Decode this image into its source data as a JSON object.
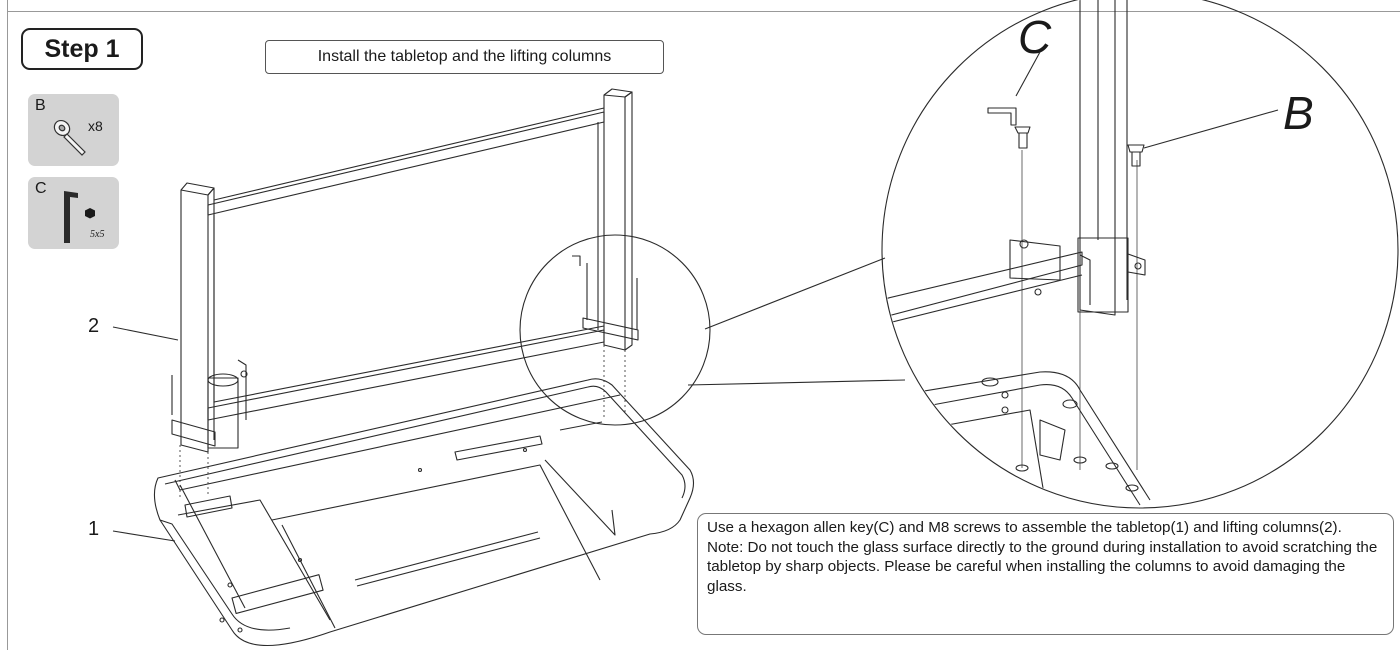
{
  "step": {
    "label": "Step 1"
  },
  "title": "Install the tabletop and the lifting columns",
  "parts": [
    {
      "letter": "B",
      "quantity": "x8",
      "icon": "screw-icon"
    },
    {
      "letter": "C",
      "size": "5x5",
      "icon": "hex-key-icon"
    }
  ],
  "callouts": {
    "columns": "2",
    "tabletop": "1"
  },
  "detail_labels": {
    "key": "C",
    "screw": "B"
  },
  "instructions": {
    "main": "Use a hexagon allen key(C) and M8 screws to assemble the tabletop(1) and lifting columns(2).",
    "note": "Note: Do not touch the glass surface directly to the ground during installation to avoid scratching the tabletop by sharp objects. Please be careful when installing the columns to avoid damaging the glass."
  }
}
